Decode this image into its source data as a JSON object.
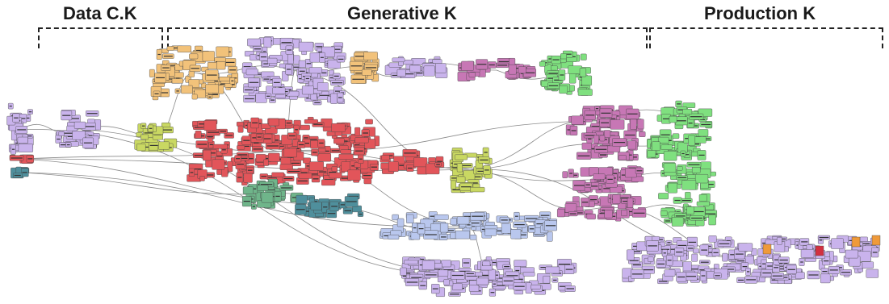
{
  "headers": {
    "data_ck": "Data C.K",
    "generative_k": "Generative K",
    "production_k": "Production K"
  },
  "colors": {
    "orange": "#f2c27a",
    "purple": "#c9b3ec",
    "magenta": "#c777b5",
    "green": "#7fe07f",
    "red": "#e2555a",
    "olive": "#c9d862",
    "teal": "#4f8f9c",
    "darkgreen": "#6fb58a",
    "lightblue": "#b9c7ee",
    "crimson": "#d23040",
    "amber": "#ef9a3a",
    "wire": "#8a8a8a"
  },
  "clusters": [
    {
      "name": "data-input-cluster",
      "color": "purple"
    },
    {
      "name": "data-output-cluster",
      "color": "red"
    },
    {
      "name": "data-teal-cluster",
      "color": "teal"
    },
    {
      "name": "data-process-cluster",
      "color": "purple"
    },
    {
      "name": "data-olive-cluster",
      "color": "olive"
    },
    {
      "name": "orange-cluster",
      "color": "orange"
    },
    {
      "name": "purple-top-cluster",
      "color": "purple"
    },
    {
      "name": "orange-mid-cluster",
      "color": "orange"
    },
    {
      "name": "purple-mid-cluster",
      "color": "purple"
    },
    {
      "name": "magenta-top-cluster",
      "color": "magenta"
    },
    {
      "name": "green-top-cluster",
      "color": "green"
    },
    {
      "name": "red-main-cluster",
      "color": "red"
    },
    {
      "name": "red-chain-cluster",
      "color": "red"
    },
    {
      "name": "olive-hub-cluster",
      "color": "olive"
    },
    {
      "name": "darkgreen-cluster",
      "color": "darkgreen"
    },
    {
      "name": "teal-cluster",
      "color": "teal"
    },
    {
      "name": "lightblue-cluster",
      "color": "lightblue"
    },
    {
      "name": "purple-bottom-cluster",
      "color": "purple"
    },
    {
      "name": "magenta-right-1-cluster",
      "color": "magenta"
    },
    {
      "name": "magenta-right-2-cluster",
      "color": "magenta"
    },
    {
      "name": "magenta-right-3-cluster",
      "color": "magenta"
    },
    {
      "name": "magenta-right-4-cluster",
      "color": "magenta"
    },
    {
      "name": "green-right-1-cluster",
      "color": "green"
    },
    {
      "name": "green-right-2-cluster",
      "color": "green"
    },
    {
      "name": "green-right-3-cluster",
      "color": "green"
    },
    {
      "name": "green-right-4-cluster",
      "color": "green"
    },
    {
      "name": "production-gray-cluster",
      "color": "purple"
    }
  ]
}
